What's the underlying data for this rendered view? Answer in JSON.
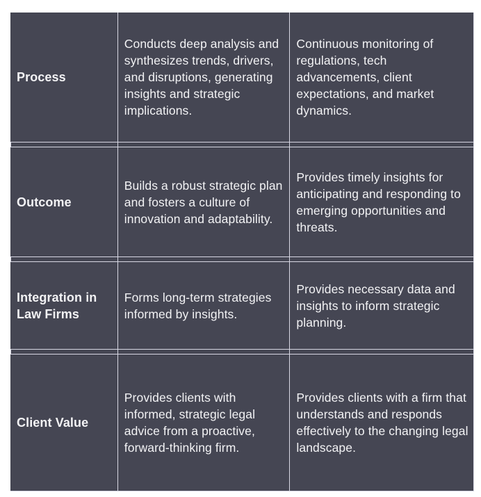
{
  "table": {
    "rows": [
      {
        "label": "Process",
        "col1": "Conducts deep analysis and synthesizes trends, drivers, and disruptions, generating insights and strategic implications.",
        "col2": "Continuous monitoring of regulations, tech advancements, client expectations, and market dynamics."
      },
      {
        "label": "Outcome",
        "col1": "Builds a robust strategic plan and fosters a culture of innovation and adaptability.",
        "col2": "Provides timely insights for anticipating and responding to emerging opportunities and threats."
      },
      {
        "label": "Integration in Law Firms",
        "col1": "Forms long-term strategies informed by insights.",
        "col2": "Provides necessary data and insights to inform strategic planning."
      },
      {
        "label": "Client Value",
        "col1": "Provides clients with informed, strategic legal advice from a proactive, forward-thinking firm.",
        "col2": "Provides clients with a firm that understands and responds effectively to the changing legal landscape."
      }
    ]
  },
  "colors": {
    "cell_background": "#454653",
    "border": "#d8d8e4",
    "text": "#f2f2f4"
  }
}
